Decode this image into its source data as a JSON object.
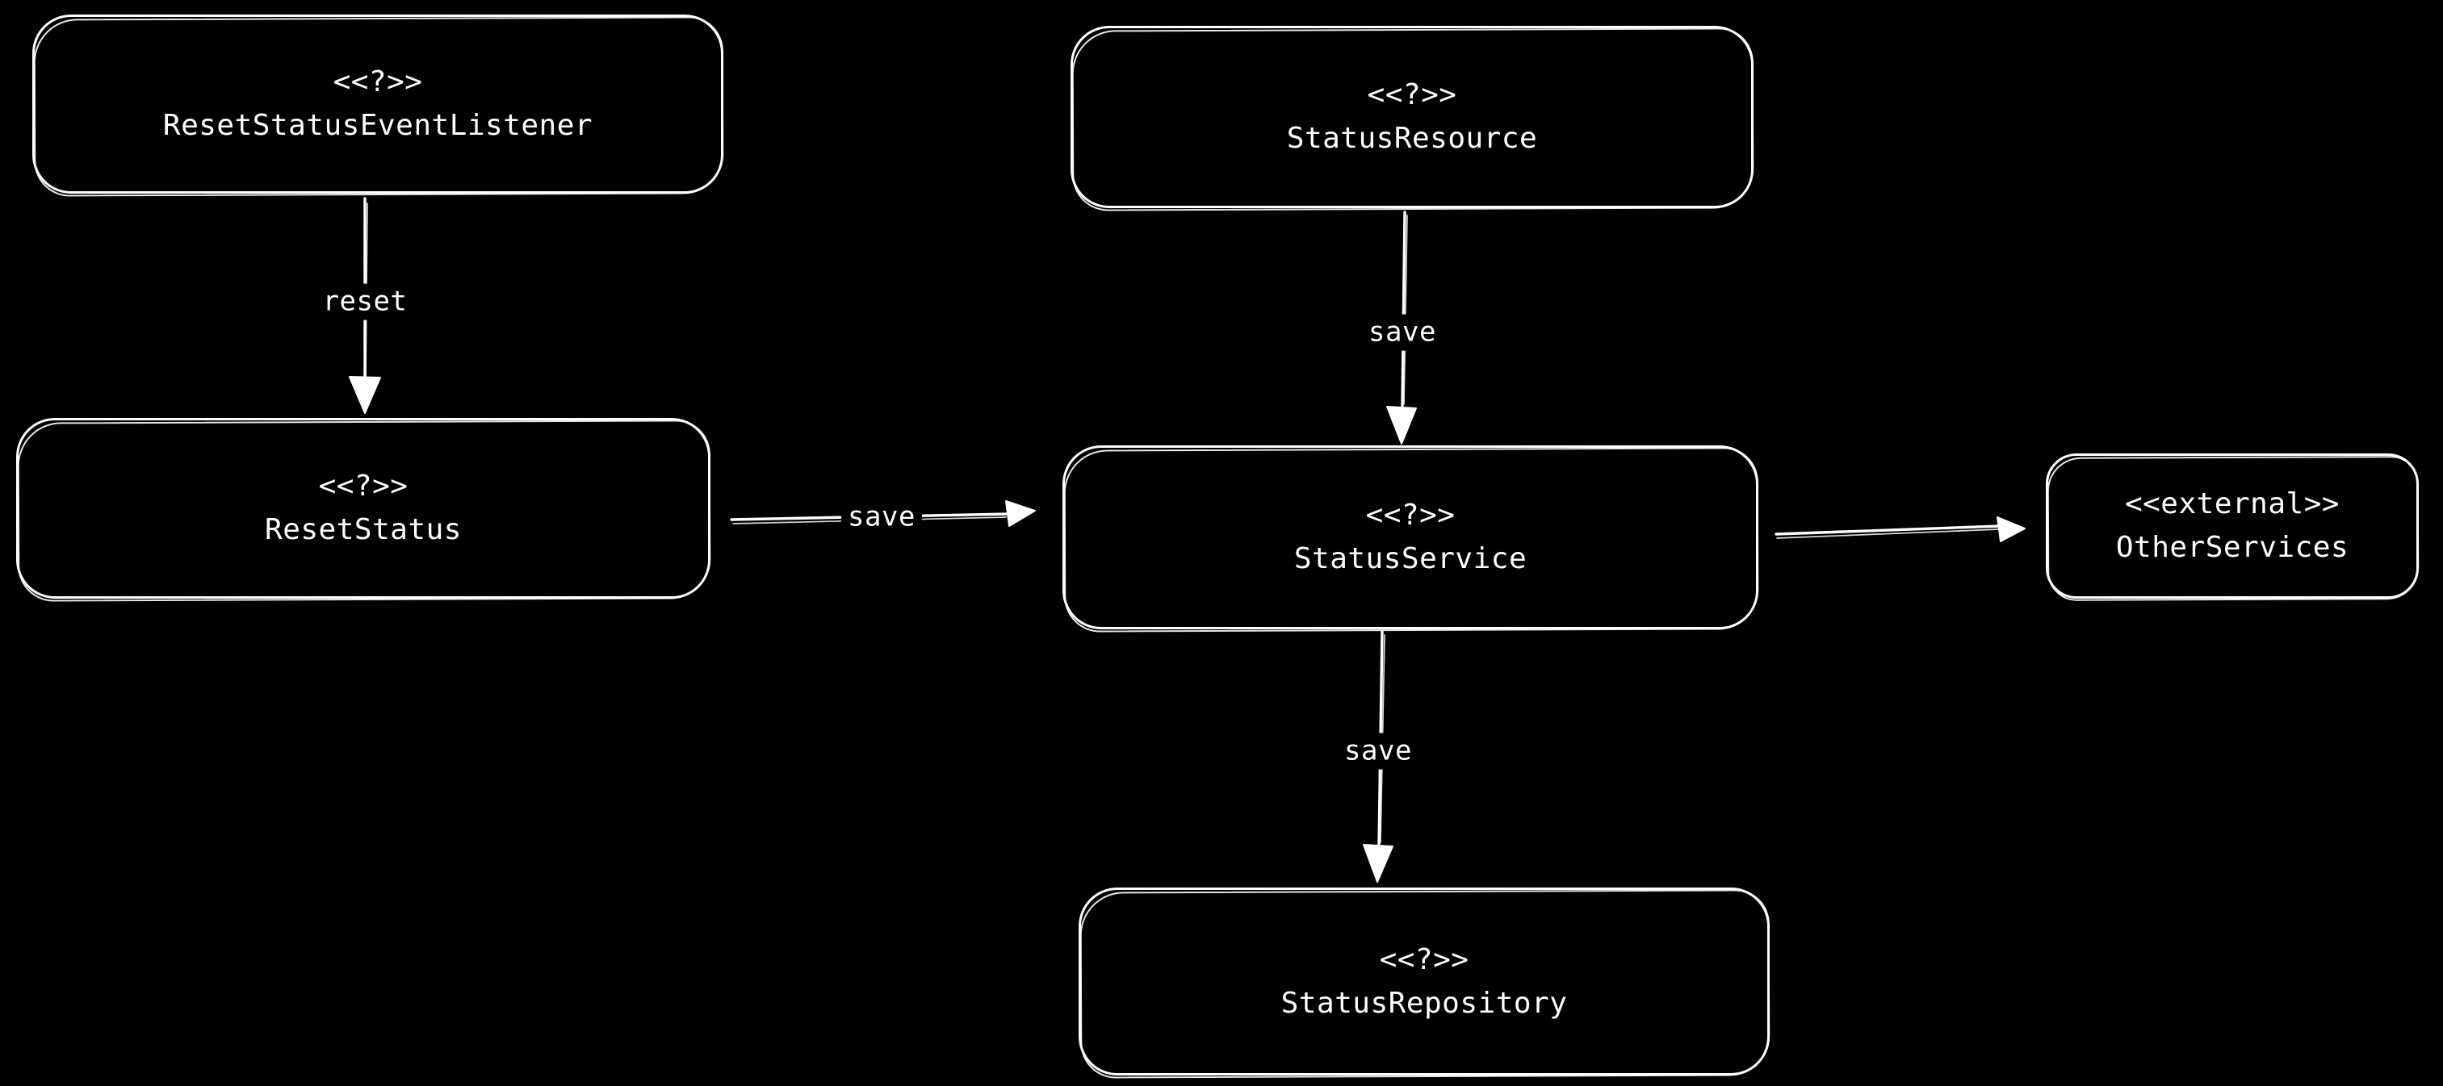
{
  "diagram": {
    "colors": {
      "background": "#000000",
      "stroke": "#ffffff"
    },
    "nodes": [
      {
        "id": "reset-status-event-listener",
        "stereotype": "<<?>>",
        "name": "ResetStatusEventListener"
      },
      {
        "id": "status-resource",
        "stereotype": "<<?>>",
        "name": "StatusResource"
      },
      {
        "id": "reset-status",
        "stereotype": "<<?>>",
        "name": "ResetStatus"
      },
      {
        "id": "status-service",
        "stereotype": "<<?>>",
        "name": "StatusService"
      },
      {
        "id": "other-services",
        "stereotype": "<<external>>",
        "name": "OtherServices"
      },
      {
        "id": "status-repository",
        "stereotype": "<<?>>",
        "name": "StatusRepository"
      }
    ],
    "edges": [
      {
        "from": "reset-status-event-listener",
        "to": "reset-status",
        "label": "reset"
      },
      {
        "from": "reset-status",
        "to": "status-service",
        "label": "save"
      },
      {
        "from": "status-resource",
        "to": "status-service",
        "label": "save"
      },
      {
        "from": "status-service",
        "to": "status-repository",
        "label": "save"
      },
      {
        "from": "status-service",
        "to": "other-services",
        "label": ""
      }
    ]
  }
}
